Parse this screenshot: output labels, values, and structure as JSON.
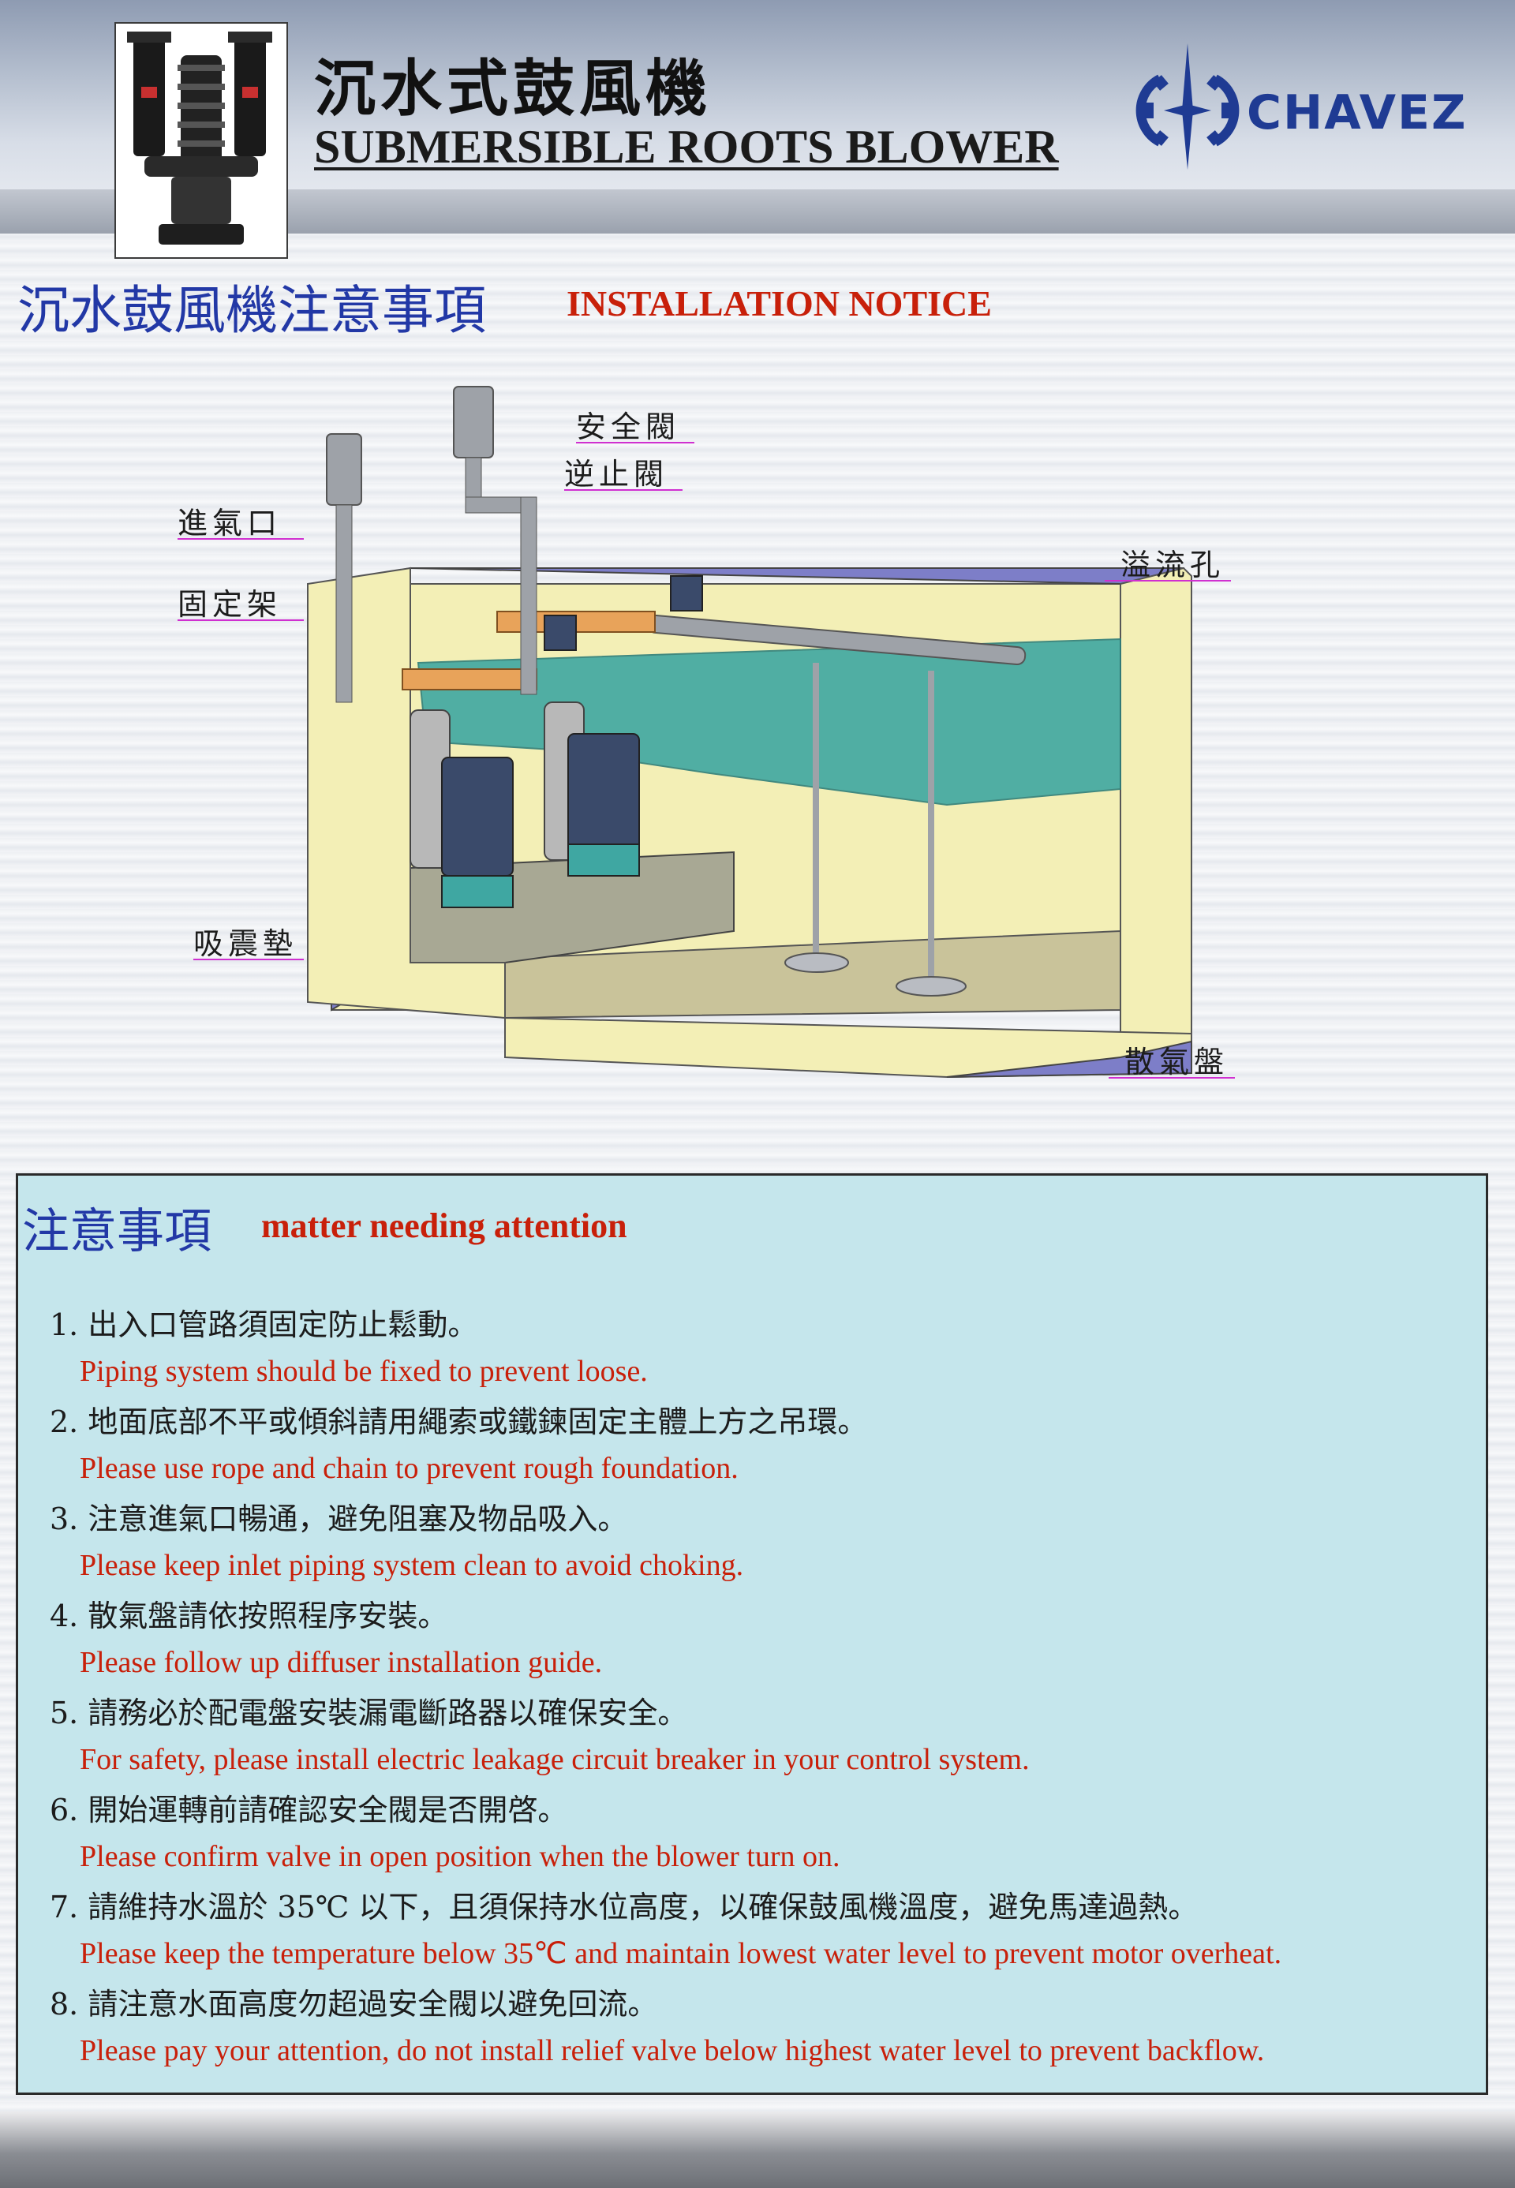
{
  "header": {
    "title_zh": "沉水式鼓風機",
    "title_en": "SUBMERSIBLE ROOTS BLOWER",
    "brand": "CHAVEZ"
  },
  "section": {
    "title_zh": "沉水鼓風機注意事項",
    "title_en": "INSTALLATION NOTICE"
  },
  "diagram": {
    "labels": {
      "inlet": "進氣口",
      "bracket": "固定架",
      "safety_valve": "安全閥",
      "check_valve": "逆止閥",
      "overflow": "溢流孔",
      "damper": "吸震墊",
      "diffuser": "散氣盤"
    },
    "colors": {
      "wall": "#f3efb6",
      "wall_inner": "#7d7ec8",
      "water": "#3fa7a2",
      "pipe": "#9ea2a8",
      "bracket": "#e8a35a",
      "callout": "#d030d0"
    }
  },
  "notice": {
    "title_zh": "注意事項",
    "title_en": "matter needing attention",
    "items": [
      {
        "zh": "1. 出入口管路須固定防止鬆動。",
        "en": "Piping system should be fixed to prevent loose."
      },
      {
        "zh": "2. 地面底部不平或傾斜請用繩索或鐵鍊固定主體上方之吊環。",
        "en": "Please use rope and chain to prevent rough foundation."
      },
      {
        "zh": "3. 注意進氣口暢通，避免阻塞及物品吸入。",
        "en": "Please keep inlet piping system clean to avoid choking."
      },
      {
        "zh": "4. 散氣盤請依按照程序安裝。",
        "en": "Please follow up  diffuser installation guide."
      },
      {
        "zh": "5. 請務必於配電盤安裝漏電斷路器以確保安全。",
        "en": "For safety, please install electric leakage circuit breaker in your control system."
      },
      {
        "zh": "6. 開始運轉前請確認安全閥是否開啓。",
        "en": "Please confirm valve in open position when the blower turn on."
      },
      {
        "zh": "7. 請維持水溫於 35℃ 以下，且須保持水位高度，以確保鼓風機溫度，避免馬達過熱。",
        "en": "Please keep the temperature below 35℃ and maintain lowest water level to prevent motor overheat."
      },
      {
        "zh": "8. 請注意水面高度勿超過安全閥以避免回流。",
        "en": "Please pay your attention, do not install relief valve below highest water level to prevent backflow."
      }
    ]
  }
}
